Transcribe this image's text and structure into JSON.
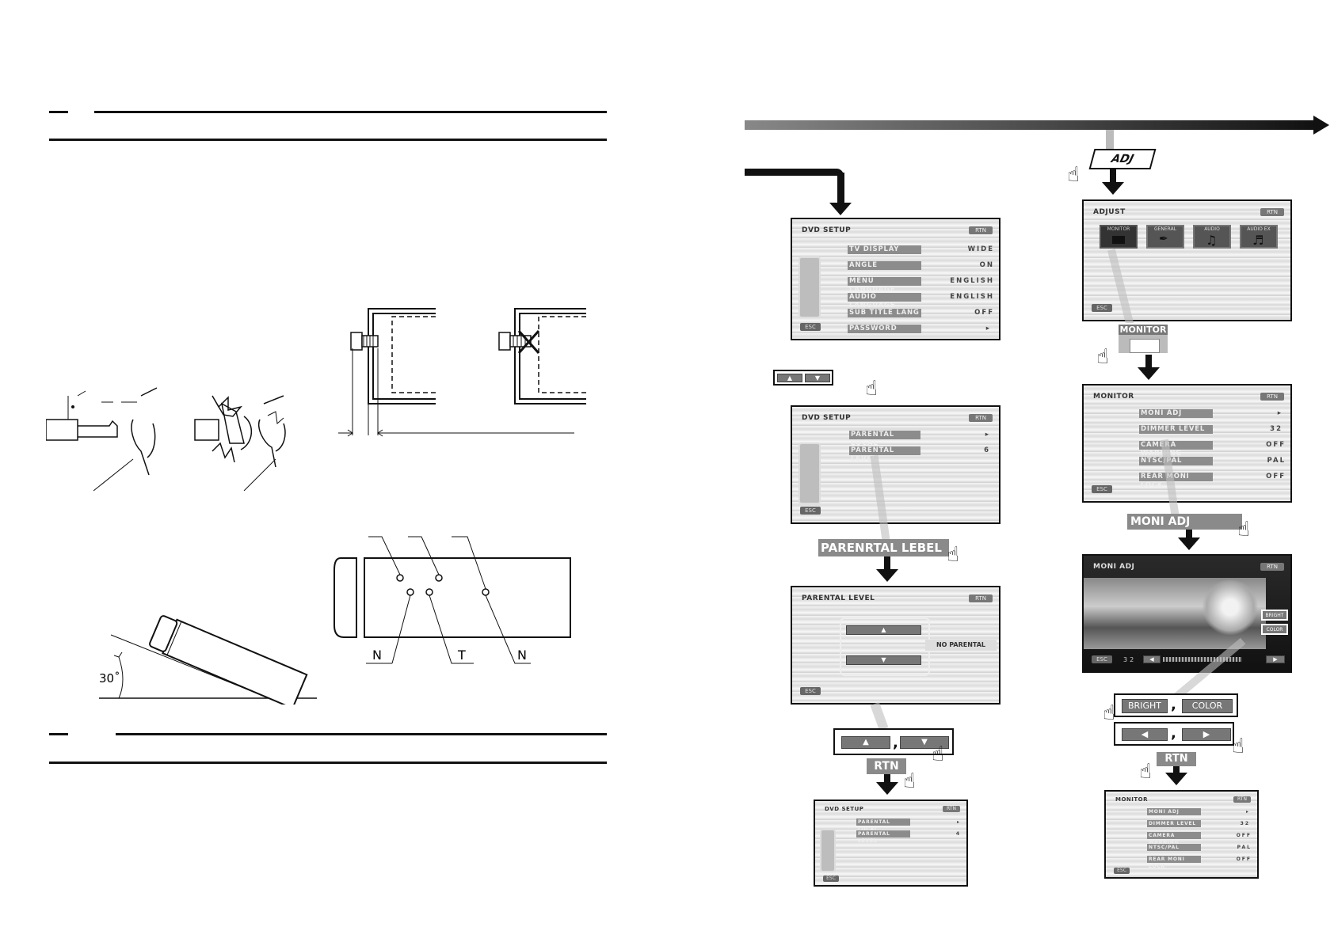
{
  "left": {
    "angle_label": "30˚",
    "screw_labels": [
      "N",
      "T",
      "N"
    ]
  },
  "adj_key": "ADJ",
  "dvd_setup": {
    "title": "DVD SETUP",
    "rtn": "RTN",
    "esc": "ESC",
    "rows": [
      {
        "label": "TV DISPLAY",
        "value": "WIDE"
      },
      {
        "label": "ANGLE",
        "value": "ON"
      },
      {
        "label": "MENU LANGUAGE",
        "value": "ENGLISH"
      },
      {
        "label": "AUDIO LANGUAGE",
        "value": "ENGLISH"
      },
      {
        "label": "SUB TITLE LANG",
        "value": "OFF"
      },
      {
        "label": "PASSWORD",
        "value": "▸"
      }
    ]
  },
  "dvd_setup_2": {
    "title": "DVD SETUP",
    "rtn": "RTN",
    "esc": "ESC",
    "rows": [
      {
        "label": "PARENTAL LOCAL",
        "value": "▸"
      },
      {
        "label": "PARENTAL LEVEL",
        "value": "6"
      }
    ]
  },
  "parental_callout": "PARENRTAL LEBEL",
  "parental_level": {
    "title": "PARENTAL LEVEL",
    "rtn": "RTN",
    "esc": "ESC",
    "value": "NO PARENTAL"
  },
  "rtn_callout": "RTN",
  "dvd_setup_3": {
    "title": "DVD SETUP",
    "rtn": "RTN",
    "esc": "ESC",
    "rows": [
      {
        "label": "PARENTAL LOCAL",
        "value": "▸"
      },
      {
        "label": "PARENTAL LEVEL",
        "value": "4"
      }
    ]
  },
  "adjust": {
    "title": "ADJUST",
    "rtn": "RTN",
    "esc": "ESC",
    "icons": [
      "MONITOR",
      "GENERAL",
      "AUDIO",
      "AUDIO EX"
    ]
  },
  "monitor_callout": "MONITOR",
  "monitor": {
    "title": "MONITOR",
    "rtn": "RTN",
    "esc": "ESC",
    "rows": [
      {
        "label": "MONI ADJ",
        "value": "▸"
      },
      {
        "label": "DIMMER LEVEL",
        "value": "32"
      },
      {
        "label": "CAMERA WARNING",
        "value": "OFF"
      },
      {
        "label": "NTSC/PAL",
        "value": "PAL"
      },
      {
        "label": "REAR MONI LOCK",
        "value": "OFF"
      }
    ]
  },
  "moni_adj_callout": "MONI ADJ",
  "moni_adj": {
    "title": "MONI ADJ",
    "rtn": "RTN",
    "esc": "ESC",
    "bright": "BRIGHT",
    "color": "COLOR",
    "level": "32"
  },
  "bright_color": {
    "bright": "BRIGHT",
    "comma": ",",
    "color": "COLOR"
  },
  "rtn_callout_2": "RTN",
  "monitor_2": {
    "title": "MONITOR",
    "rtn": "RTN",
    "esc": "ESC",
    "rows": [
      {
        "label": "MONI ADJ",
        "value": "▸"
      },
      {
        "label": "DIMMER LEVEL",
        "value": "32"
      },
      {
        "label": "CAMERA WARNING",
        "value": "OFF"
      },
      {
        "label": "NTSC/PAL",
        "value": "PAL"
      },
      {
        "label": "REAR MONI LOCK",
        "value": "OFF"
      }
    ]
  },
  "comma": ","
}
